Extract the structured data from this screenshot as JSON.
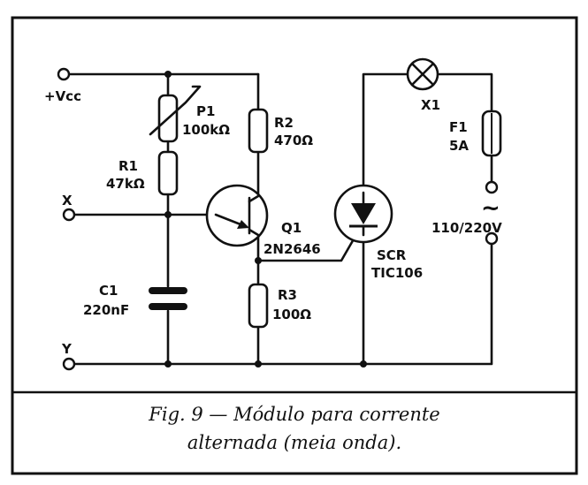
{
  "terminals": {
    "vcc": "+Vcc",
    "x": "X",
    "y": "Y"
  },
  "components": {
    "p1": {
      "ref": "P1",
      "value": "100kΩ"
    },
    "r1": {
      "ref": "R1",
      "value": "47kΩ"
    },
    "r2": {
      "ref": "R2",
      "value": "470Ω"
    },
    "r3": {
      "ref": "R3",
      "value": "100Ω"
    },
    "c1": {
      "ref": "C1",
      "value": "220nF"
    },
    "q1": {
      "ref": "Q1",
      "value": "2N2646"
    },
    "scr": {
      "ref": "SCR",
      "value": "TIC106"
    },
    "x1": {
      "ref": "X1"
    },
    "f1": {
      "ref": "F1",
      "value": "5A"
    },
    "ac": {
      "symbol": "~",
      "value": "110/220V"
    }
  },
  "caption": {
    "line1": "Fig. 9 — Módulo para corrente",
    "line2": "alternada (meia onda)."
  }
}
